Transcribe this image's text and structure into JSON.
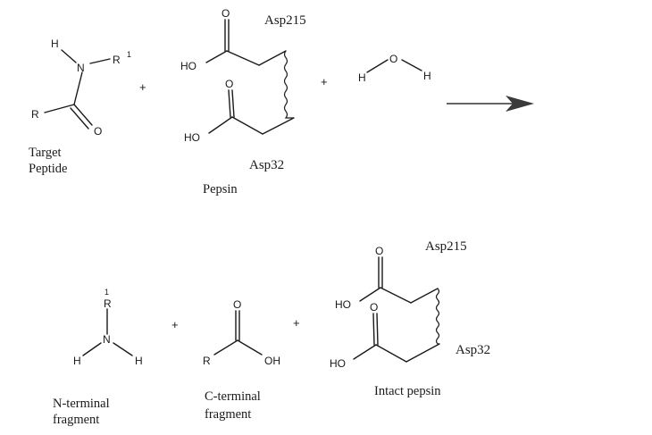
{
  "reactants": {
    "target_peptide": {
      "atoms": {
        "h": "H",
        "n": "N",
        "r1": "R",
        "r1_sup": "1",
        "r": "R",
        "o": "O"
      },
      "caption": [
        "Target",
        "Peptide"
      ]
    },
    "plus_1": "+",
    "pepsin": {
      "residue_top": "Asp215",
      "residue_bottom": "Asp32",
      "atoms": {
        "o_top": "O",
        "ho_top": "HO",
        "o_bottom": "O",
        "ho_bottom": "HO"
      },
      "caption": "Pepsin"
    },
    "plus_2": "+",
    "water": {
      "h_left": "H",
      "o": "O",
      "h_right": "H"
    }
  },
  "arrow": "reaction-arrow",
  "products": {
    "n_terminal": {
      "atoms": {
        "r_sup": "1",
        "r": "R",
        "n": "N",
        "h_left": "H",
        "h_right": "H"
      },
      "caption": [
        "N-terminal",
        "fragment"
      ]
    },
    "plus_1": "+",
    "c_terminal": {
      "atoms": {
        "o": "O",
        "r": "R",
        "oh": "OH"
      },
      "caption": [
        "C-terminal",
        "fragment"
      ]
    },
    "plus_2": "+",
    "intact_pepsin": {
      "residue_top": "Asp215",
      "residue_bottom": "Asp32",
      "atoms": {
        "o_top": "O",
        "ho_top": "HO",
        "o_bottom": "O",
        "ho_bottom": "HO"
      },
      "caption": "Intact pepsin"
    }
  }
}
